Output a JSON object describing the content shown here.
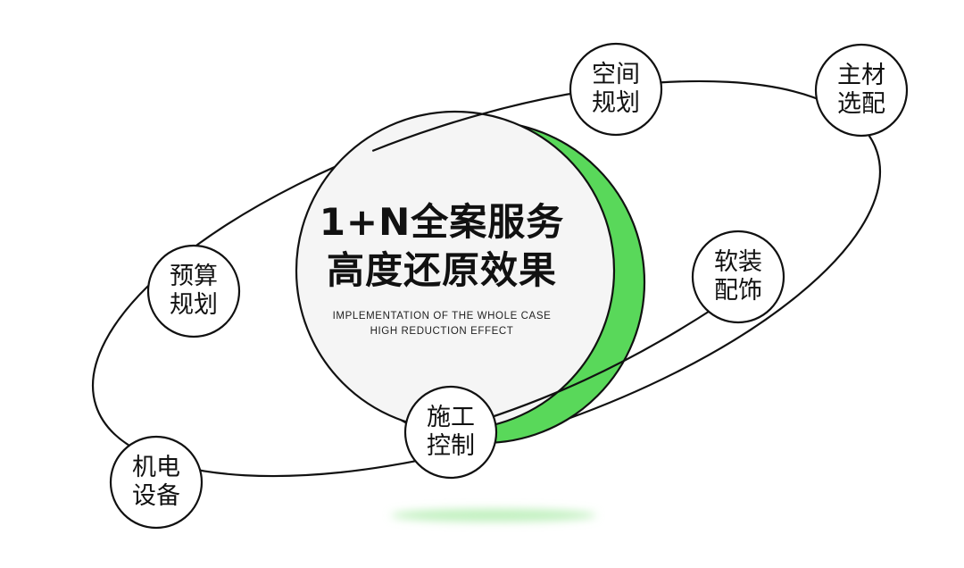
{
  "center": {
    "title_line1": "1+N全案服务",
    "title_line2": "高度还原效果",
    "subtitle_line1": "IMPLEMENTATION OF THE WHOLE CASE",
    "subtitle_line2": "HIGH REDUCTION EFFECT"
  },
  "nodes": [
    {
      "id": "space-planning",
      "line1": "空间",
      "line2": "规划"
    },
    {
      "id": "material-selection",
      "line1": "主材",
      "line2": "选配"
    },
    {
      "id": "soft-decoration",
      "line1": "软装",
      "line2": "配饰"
    },
    {
      "id": "budget-planning",
      "line1": "预算",
      "line2": "规划"
    },
    {
      "id": "construction-control",
      "line1": "施工",
      "line2": "控制"
    },
    {
      "id": "mep-equipment",
      "line1": "机电",
      "line2": "设备"
    }
  ],
  "colors": {
    "accent": "#59d85a",
    "accent_light": "#bff0bd",
    "stroke": "#111111",
    "circle_fill": "#f5f5f5",
    "node_fill": "#ffffff"
  }
}
